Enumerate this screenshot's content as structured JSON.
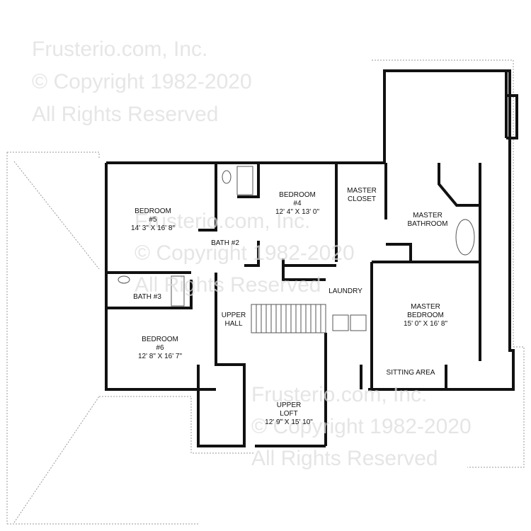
{
  "watermark": {
    "line1": "Frusterio.com, Inc.",
    "line2": "© Copyright 1982-2020",
    "line3": "All Rights Reserved"
  },
  "rooms": [
    {
      "name": "BEDROOM",
      "number": "#5",
      "size": "14' 3\" X 16' 8\""
    },
    {
      "name": "BEDROOM",
      "number": "#4",
      "size": "12' 4\" X 13' 0\""
    },
    {
      "name": "BEDROOM",
      "number": "#6",
      "size": "12' 8\" X 16' 7\""
    },
    {
      "name": "MASTER",
      "number": "BEDROOM",
      "size": "15' 0\" X 16' 8\""
    },
    {
      "name": "UPPER",
      "number": "LOFT",
      "size": "12' 9\" X 15' 10\""
    }
  ],
  "labels": {
    "bath2": "BATH #2",
    "bath3": "BATH #3",
    "master_closet_1": "MASTER",
    "master_closet_2": "CLOSET",
    "master_bath_1": "MASTER",
    "master_bath_2": "BATHROOM",
    "laundry": "LAUNDRY",
    "upper_hall_1": "UPPER",
    "upper_hall_2": "HALL",
    "sitting_area": "SITTING AREA"
  },
  "colors": {
    "wall": "#111111",
    "roofline": "#999999",
    "watermark": "#e6e6e6"
  }
}
